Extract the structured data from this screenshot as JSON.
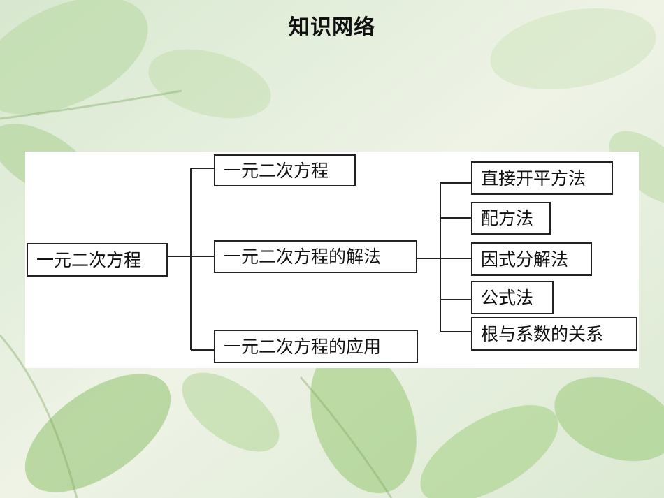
{
  "title": "知识网络",
  "diagram": {
    "root": "一元二次方程",
    "branches": {
      "definition": "一元二次方程",
      "solutions": "一元二次方程的解法",
      "application": "一元二次方程的应用"
    },
    "methods": {
      "direct_sqrt": "直接开平方法",
      "completing_square": "配方法",
      "factoring": "因式分解法",
      "formula": "公式法",
      "vieta": "根与系数的关系"
    }
  }
}
